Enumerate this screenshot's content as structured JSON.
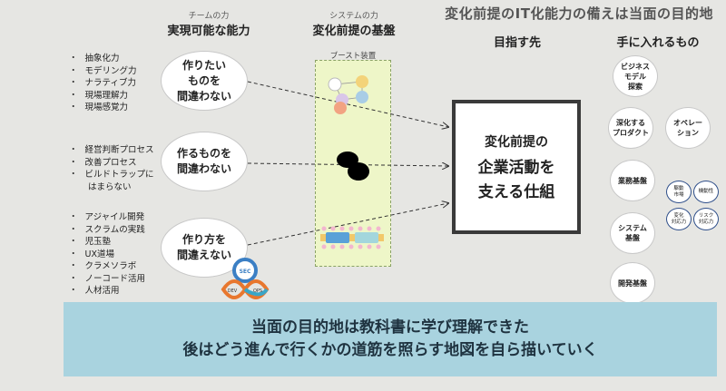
{
  "title": "変化前提のIT化能力の備えは当面の目的地",
  "columns": {
    "team": {
      "sub": "チームの力",
      "head": "実現可能な能力"
    },
    "system": {
      "sub": "システムの力",
      "head": "変化前提の基盤"
    },
    "target": {
      "head": "目指す先"
    },
    "gain": {
      "head": "手に入れるもの"
    }
  },
  "groups": [
    {
      "bullets": [
        "抽象化力",
        "モデリング力",
        "ナラティブ力",
        "現場理解力",
        "現場感覚力"
      ],
      "circle": "作りたい\nものを\n間違わない"
    },
    {
      "bullets": [
        "経営判断プロセス",
        "改善プロセス",
        "ビルドトラップに",
        "はまらない"
      ],
      "circle": "作るものを\n間違わない"
    },
    {
      "bullets": [
        "アジャイル開発",
        "スクラムの実践",
        "児玉塾",
        "UX道場",
        "クラメソラボ",
        "ノーコード活用",
        "人材活用"
      ],
      "circle": "作り方を\n間違えない"
    }
  ],
  "devops": {
    "sec": "SEC",
    "dev": "DEV",
    "ops": "OPS"
  },
  "boost_label": "ブースト装置",
  "goal": {
    "line1": "変化前提の",
    "line2": "企業活動を",
    "line3": "支える仕組"
  },
  "gains": {
    "business_model": "ビジネス\nモデル\n探索",
    "product": "深化する\nプロダクト",
    "operation": "オペレー\nション",
    "biz_base": "業務基盤",
    "system_base": "システム\n基盤",
    "dev_base": "開発基盤"
  },
  "small_circles": [
    "駆動\n市場",
    "機動性",
    "変化\n対応力",
    "リスク\n対応力"
  ],
  "banner": {
    "line1": "当面の目的地は教科書に学び理解できた",
    "line2": "後はどう進んで行くかの道筋を照らす地図を自ら描いていく"
  }
}
